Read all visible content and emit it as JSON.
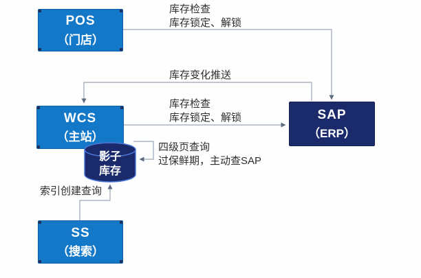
{
  "diagram": {
    "title": "inventory-system-architecture",
    "nodes": {
      "pos": {
        "title": "POS",
        "subtitle": "（门店）"
      },
      "wcs": {
        "title": "WCS",
        "subtitle": "（主站）"
      },
      "sap": {
        "title": "SAP",
        "subtitle": "（ERP）"
      },
      "ss": {
        "title": "SS",
        "subtitle": "（搜索）"
      },
      "shadow_inventory": {
        "line1": "影子",
        "line2": "库存"
      }
    },
    "edge_labels": {
      "pos_to_sap": {
        "line1": "库存检查",
        "line2": "库存锁定、解锁"
      },
      "sap_to_wcs_push": "库存变化推送",
      "wcs_to_sap": {
        "line1": "库存检查",
        "line2": "库存锁定、解锁"
      },
      "shadow_query": {
        "line1": "四级页查询",
        "line2": "过保鲜期，主动查SAP"
      },
      "ss_to_shadow": "索引创建查询"
    },
    "colors": {
      "node_blue": "#1478c9",
      "node_navy": "#1a2a6b",
      "cylinder_rim": "#4d79d8",
      "connector_line": "#9aa6b8",
      "arrowhead": "#5d6b80",
      "label_text": "#2e2e2e",
      "background": "#fefefe"
    }
  }
}
